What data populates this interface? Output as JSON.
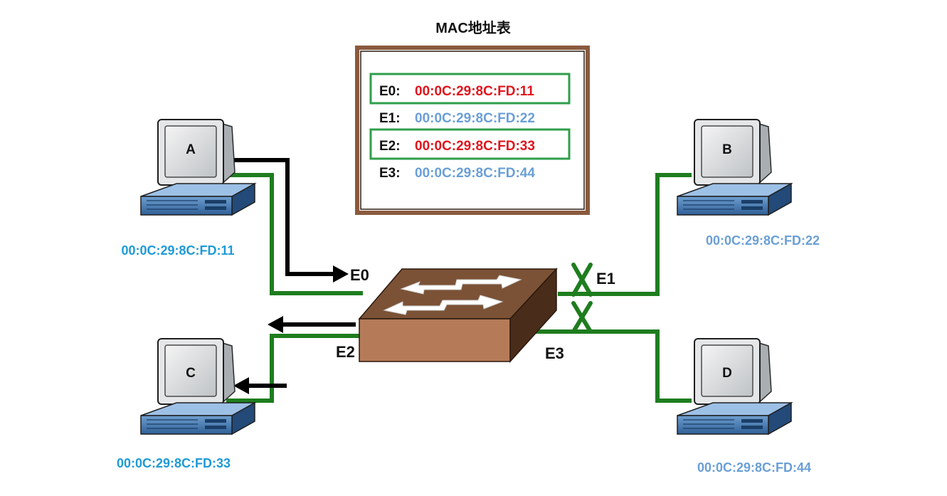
{
  "table": {
    "title": "MAC地址表",
    "rows": [
      {
        "port": "E0",
        "sep": ":",
        "mac": "00:0C:29:8C:FD:11",
        "highlighted": true
      },
      {
        "port": "E1",
        "sep": ":",
        "mac": "00:0C:29:8C:FD:22",
        "highlighted": false
      },
      {
        "port": "E2",
        "sep": ":",
        "mac": "00:0C:29:8C:FD:33",
        "highlighted": true
      },
      {
        "port": "E3",
        "sep": ":",
        "mac": "00:0C:29:8C:FD:44",
        "highlighted": false
      }
    ]
  },
  "hosts": {
    "a": {
      "letter": "A",
      "mac": "00:0C:29:8C:FD:11"
    },
    "b": {
      "letter": "B",
      "mac": "00:0C:29:8C:FD:22"
    },
    "c": {
      "letter": "C",
      "mac": "00:0C:29:8C:FD:33"
    },
    "d": {
      "letter": "D",
      "mac": "00:0C:29:8C:FD:44"
    }
  },
  "ports": {
    "e0": "E0",
    "e1": "E1",
    "e2": "E2",
    "e3": "E3"
  },
  "colors": {
    "cable": "#1e7d1e",
    "arrow": "#000000",
    "blocked_mark": "#1e7d1e",
    "highlight_box": "#2e9e4a",
    "highlight_mac": "#e0141c",
    "plain_mac": "#6a9fd6",
    "host_mac": "#1f9ad6",
    "host_mac_muted": "#6a9fd6",
    "board_frame": "#8a5a3e",
    "switch_top": "#7b5236",
    "switch_front": "#b57b59",
    "switch_side": "#4a2c1a"
  },
  "icons": [
    "computer-icon",
    "switch-icon",
    "block-x-icon",
    "arrow-icon"
  ]
}
